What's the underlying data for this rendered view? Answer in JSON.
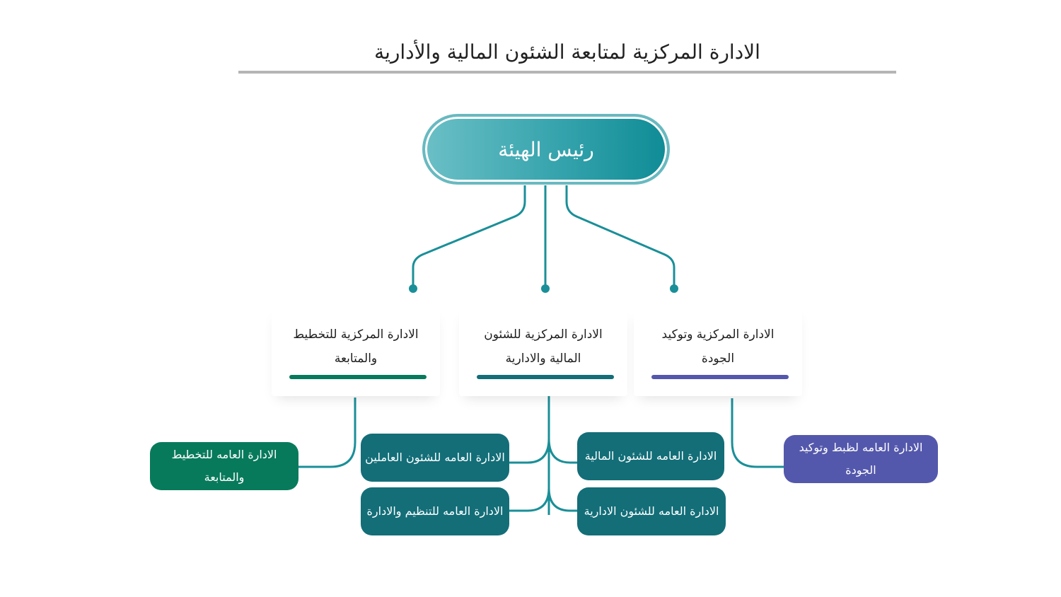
{
  "title": "الادارة المركزية لمتابعة الشئون المالية والأدارية",
  "head": {
    "label": "رئيس الهيئة"
  },
  "departments": [
    {
      "label": "الادارة المركزية للتخطيط والمتابعة",
      "color": "#087a5c"
    },
    {
      "label": "الادارة المركزية للشئون المالية والادارية",
      "color": "#136e78"
    },
    {
      "label": "الادارة المركزية وتوكيد الجودة",
      "color": "#5458ac"
    }
  ],
  "units": {
    "planning": "الادارة العامه للتخطيط والمتابعة",
    "personnel": "الادارة العامه للشئون العاملين",
    "organization": "الادارة العامه للتنظيم والادارة",
    "financial": "الادارة العامه للشئون المالية",
    "administrative": "الادارة العامه للشئون الادارية",
    "quality": "الادارة العامه لظبط وتوكيد الجودة"
  },
  "colors": {
    "connector": "#1a8f98",
    "planning": "#087a5c",
    "finance_units": "#136e78",
    "quality": "#5458ac",
    "head_border": "#69b9c0"
  }
}
